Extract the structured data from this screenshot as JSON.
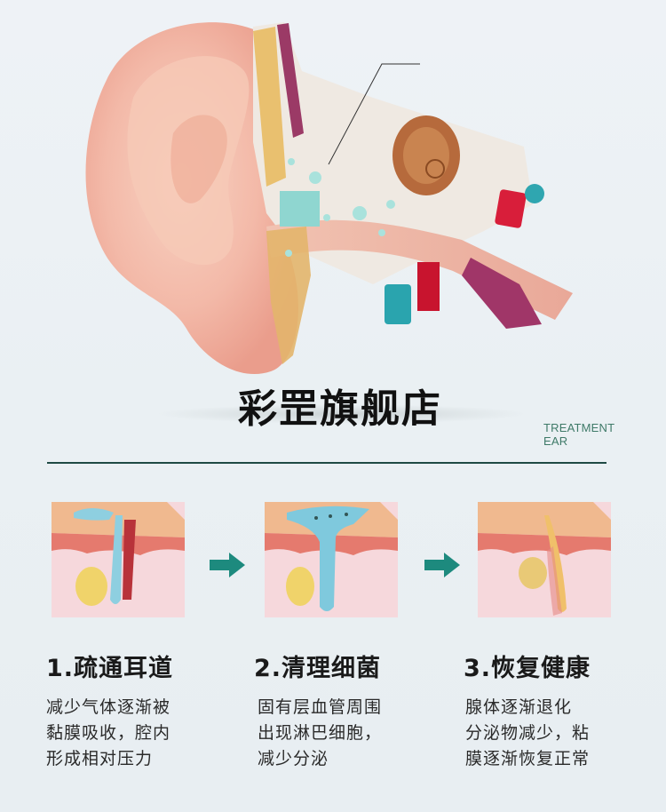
{
  "hero": {
    "illustration": "ear-anatomy-cross-section",
    "watermark": "彩罡旗舰店",
    "brand_label_line1": "TREATMENT",
    "brand_label_line2": "EAR"
  },
  "colors": {
    "divider": "#1f4a44",
    "arrow": "#1d8a7e",
    "brand_label": "#3f7a68",
    "skin": "#f2b7a4",
    "fluid": "#8fd6d0"
  },
  "steps": [
    {
      "title": "1.疏通耳道",
      "illustration": "blocked-gland-cross-section",
      "lines": [
        "减少气体逐渐被",
        "黏膜吸收，腔内",
        "形成相对压力"
      ]
    },
    {
      "title": "2.清理细菌",
      "illustration": "cleaning-gland-cross-section",
      "lines": [
        "固有层血管周围",
        "出现淋巴细胞，",
        "减少分泌"
      ]
    },
    {
      "title": "3.恢复健康",
      "illustration": "healthy-gland-cross-section",
      "lines": [
        "腺体逐渐退化",
        "分泌物减少，粘",
        "膜逐渐恢复正常"
      ]
    }
  ],
  "arrows": [
    "arrow-right-icon",
    "arrow-right-icon"
  ]
}
